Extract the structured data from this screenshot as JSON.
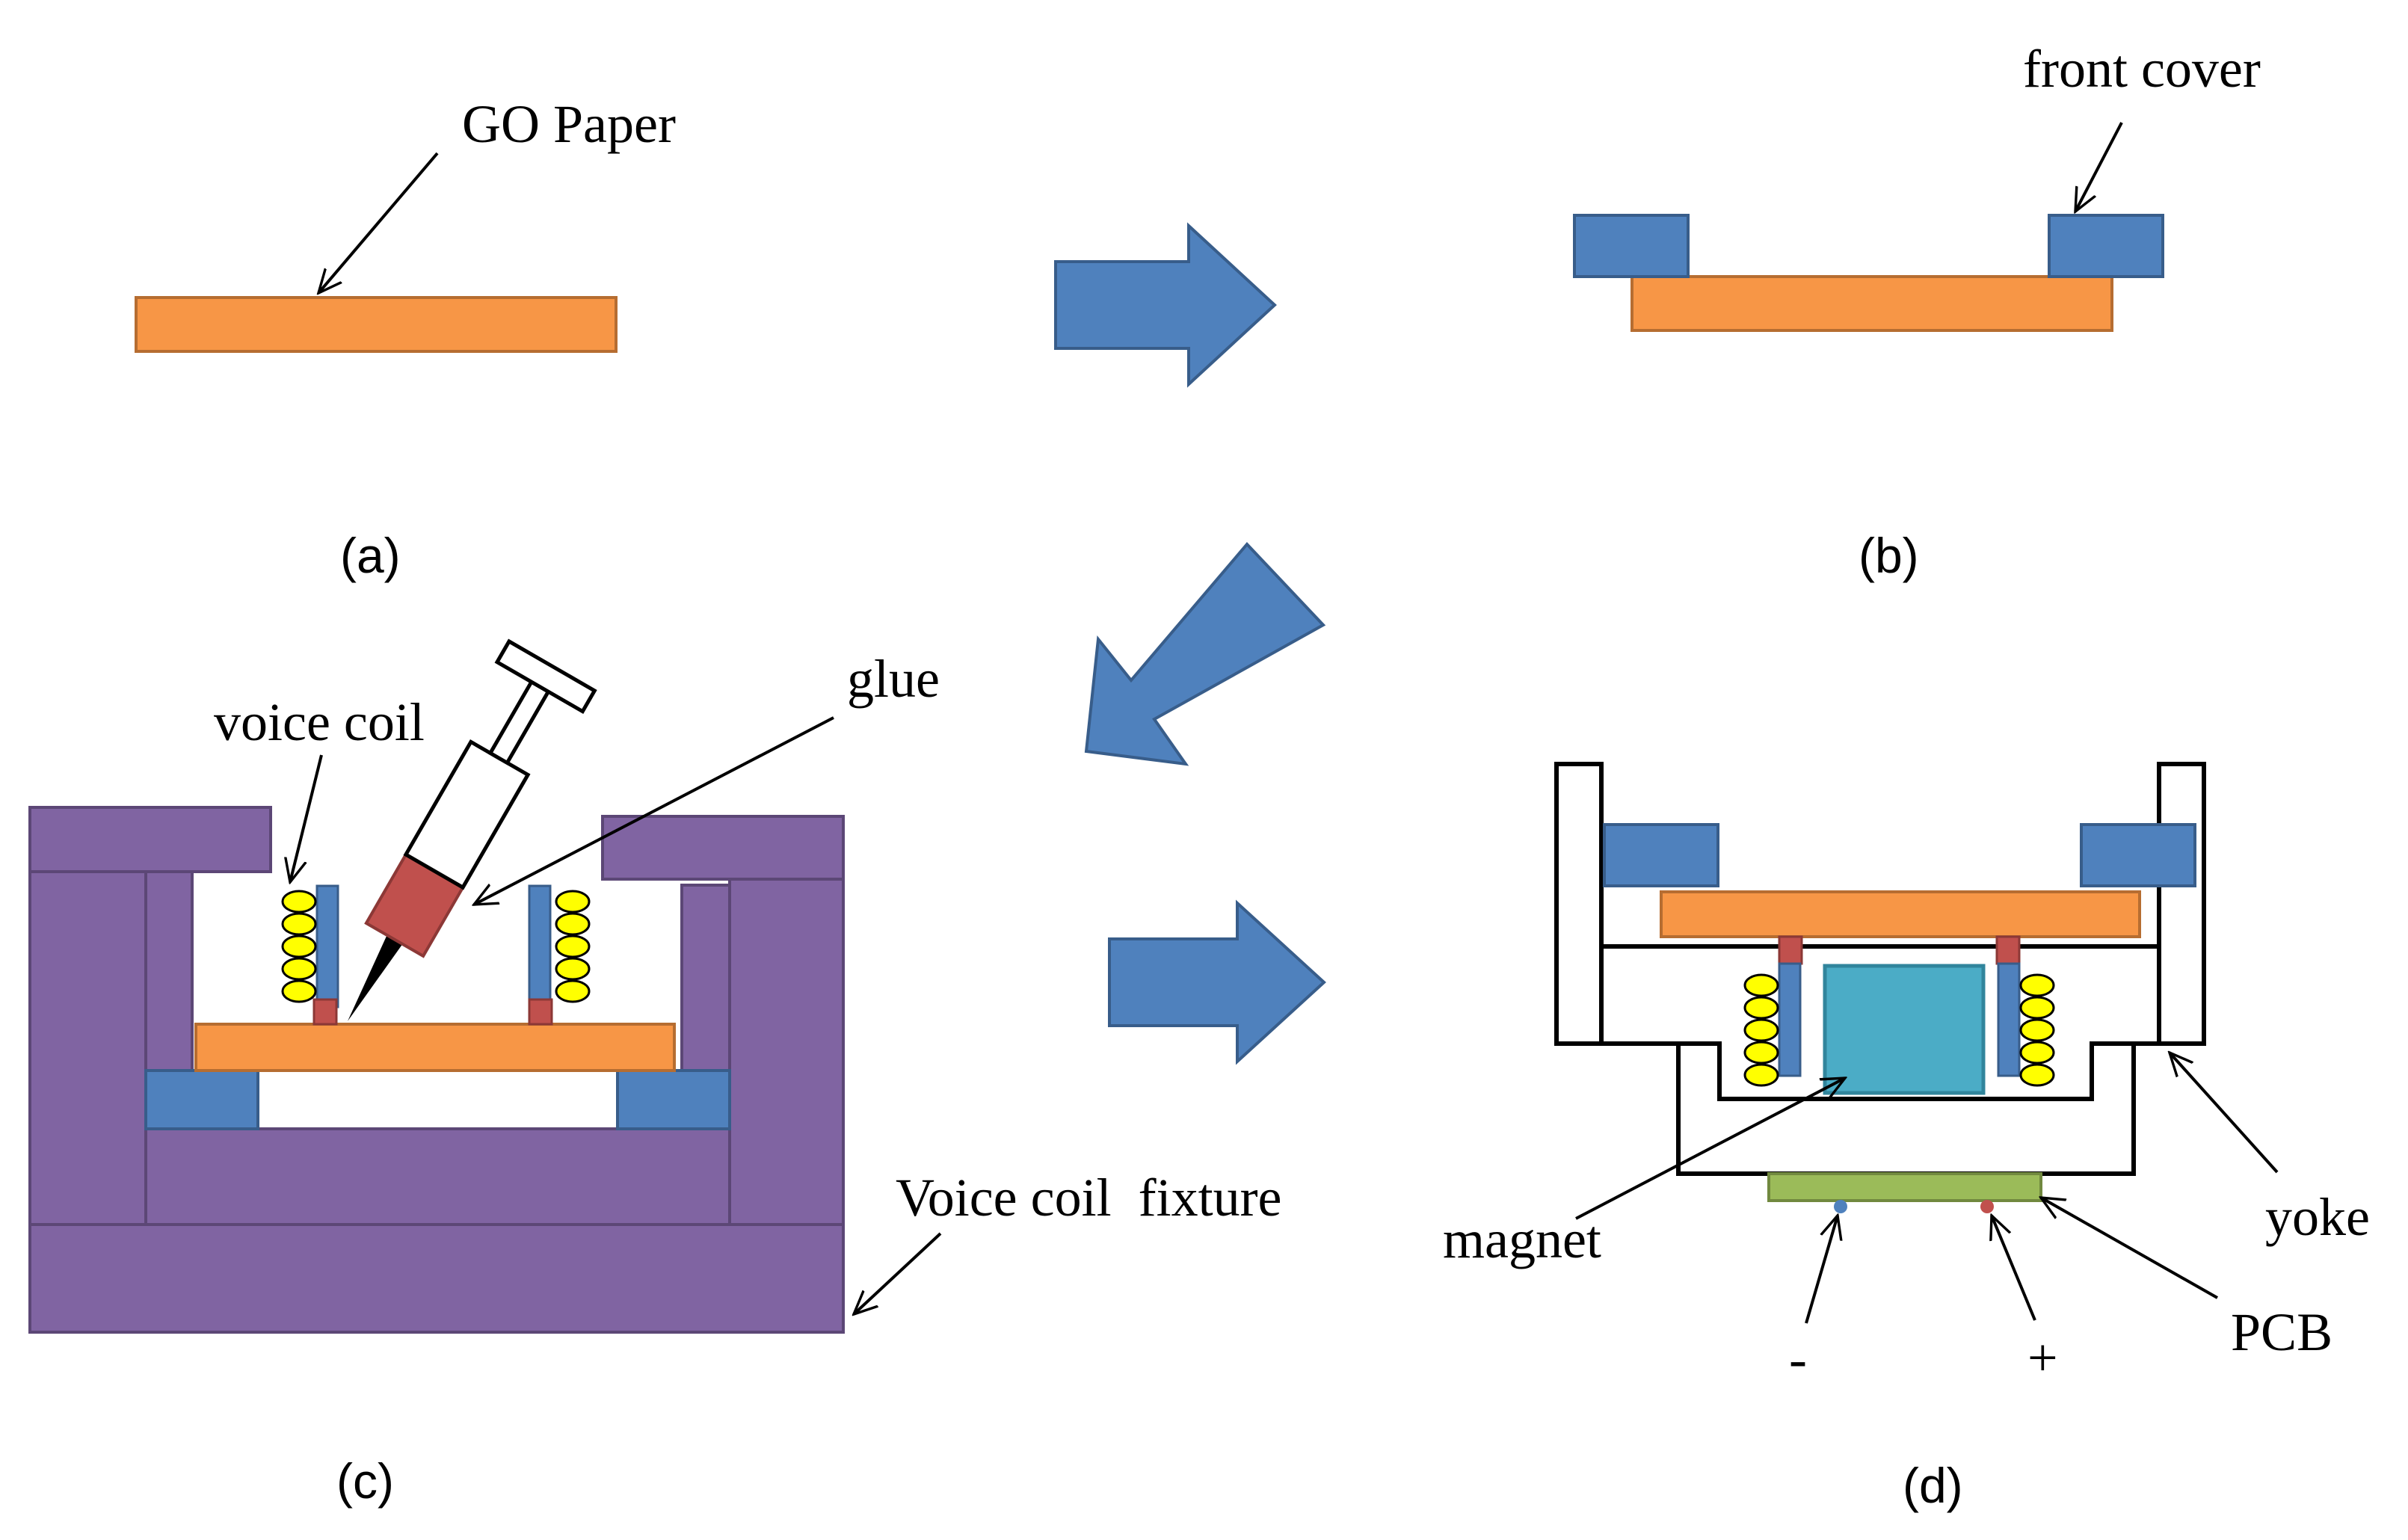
{
  "colors": {
    "paper": "#F79646",
    "paper_edge": "#B66D31",
    "cover": "#4F81BD",
    "cover_edge": "#385D8A",
    "fixture": "#8064A2",
    "fixture_edge": "#5C4776",
    "glue": "#C0504D",
    "coil": "#FFFF00",
    "magnet": "#4BACC6",
    "pcb": "#9BBB59",
    "yoke_line": "#000000"
  },
  "panels": {
    "a": {
      "caption": "(a)",
      "label_go_paper": "GO Paper"
    },
    "b": {
      "caption": "(b)",
      "label_front_cover": "front cover"
    },
    "c": {
      "caption": "(c)",
      "label_voice_coil": "voice coil",
      "label_glue": "glue",
      "label_fixture": "Voice coil  fixture"
    },
    "d": {
      "caption": "(d)",
      "label_magnet": "magnet",
      "label_yoke": "yoke",
      "label_pcb": "PCB",
      "label_minus": "-",
      "label_plus": "+"
    }
  }
}
